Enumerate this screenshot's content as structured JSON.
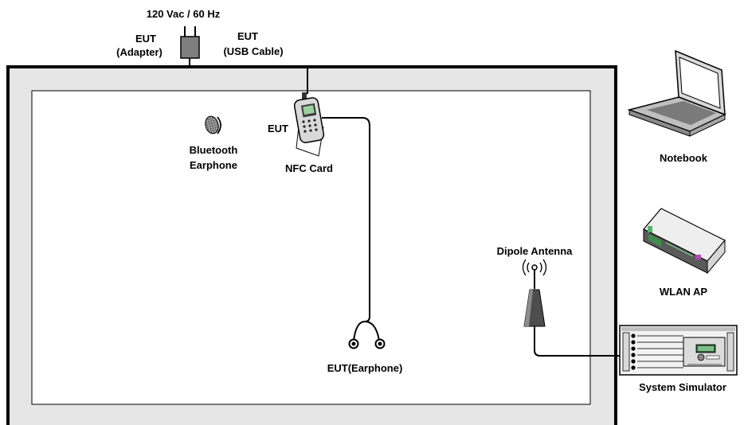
{
  "power": {
    "label": "120 Vac / 60 Hz"
  },
  "adapter": {
    "label_line1": "EUT",
    "label_line2": "(Adapter)"
  },
  "usb_cable": {
    "label_line1": "EUT",
    "label_line2": "(USB Cable)"
  },
  "eut_phone": {
    "label": "EUT"
  },
  "nfc_card": {
    "label": "NFC Card"
  },
  "bt_earphone": {
    "label_line1": "Bluetooth",
    "label_line2": "Earphone"
  },
  "wired_earphone": {
    "label": "EUT(Earphone)"
  },
  "dipole": {
    "label": "Dipole Antenna"
  },
  "notebook": {
    "label": "Notebook"
  },
  "wlan_ap": {
    "label": "WLAN AP"
  },
  "system_simulator": {
    "label": "System Simulator"
  }
}
